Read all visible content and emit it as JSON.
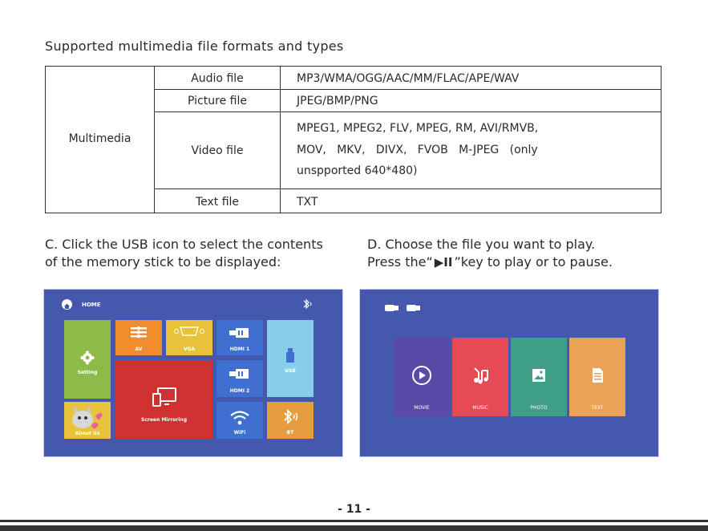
{
  "heading": "Supported multimedia file formats and types",
  "table": {
    "category": "Multimedia",
    "rows": [
      {
        "type": "Audio file",
        "formats": "MP3/WMA/OGG/AAC/MM/FLAC/APE/WAV"
      },
      {
        "type": "Picture file",
        "formats": "JPEG/BMP/PNG"
      },
      {
        "type": "Video file",
        "formats_lines": [
          "MPEG1, MPEG2, FLV, MPEG, RM, AVI/RMVB,",
          "MOV,   MKV,   DIVX,   FVOB   M-JPEG   (only",
          "unspported 640*480)"
        ]
      },
      {
        "type": "Text file",
        "formats": "TXT"
      }
    ]
  },
  "step_c": {
    "line1": "C. Click the USB icon to select the contents",
    "line2": "of the memory stick to be displayed:"
  },
  "step_d": {
    "line1": "D. Choose the file you want to play.",
    "line2_pre": "Press the“",
    "play_glyph": "▶II",
    "line2_post": "”key to play or to pause."
  },
  "home_screen": {
    "title": "HOME",
    "tiles": {
      "setting": "Setting",
      "about": "About Us",
      "av": "AV",
      "vga": "VGA",
      "screen_mirroring": "Screen Mirroring",
      "hdmi1": "HDMI 1",
      "hdmi2": "HDMI 2",
      "wifi": "WiFi",
      "usb": "USB",
      "bt": "BT"
    },
    "colors": {
      "bg": "#4458ad",
      "green": "#8cbb4a",
      "orange": "#f08c2c",
      "yellow": "#e8c23a",
      "red": "#d03030",
      "blue": "#3f6fd0",
      "lightblue": "#88d0ea",
      "amber": "#e79c3f"
    }
  },
  "media_screen": {
    "tiles": [
      "MOVIE",
      "MUSIC",
      "PHOTO",
      "TEXT"
    ],
    "colors": [
      "#5a4aa8",
      "#e64a55",
      "#3f9e88",
      "#eaa356"
    ]
  },
  "page_number": "- 11 -"
}
